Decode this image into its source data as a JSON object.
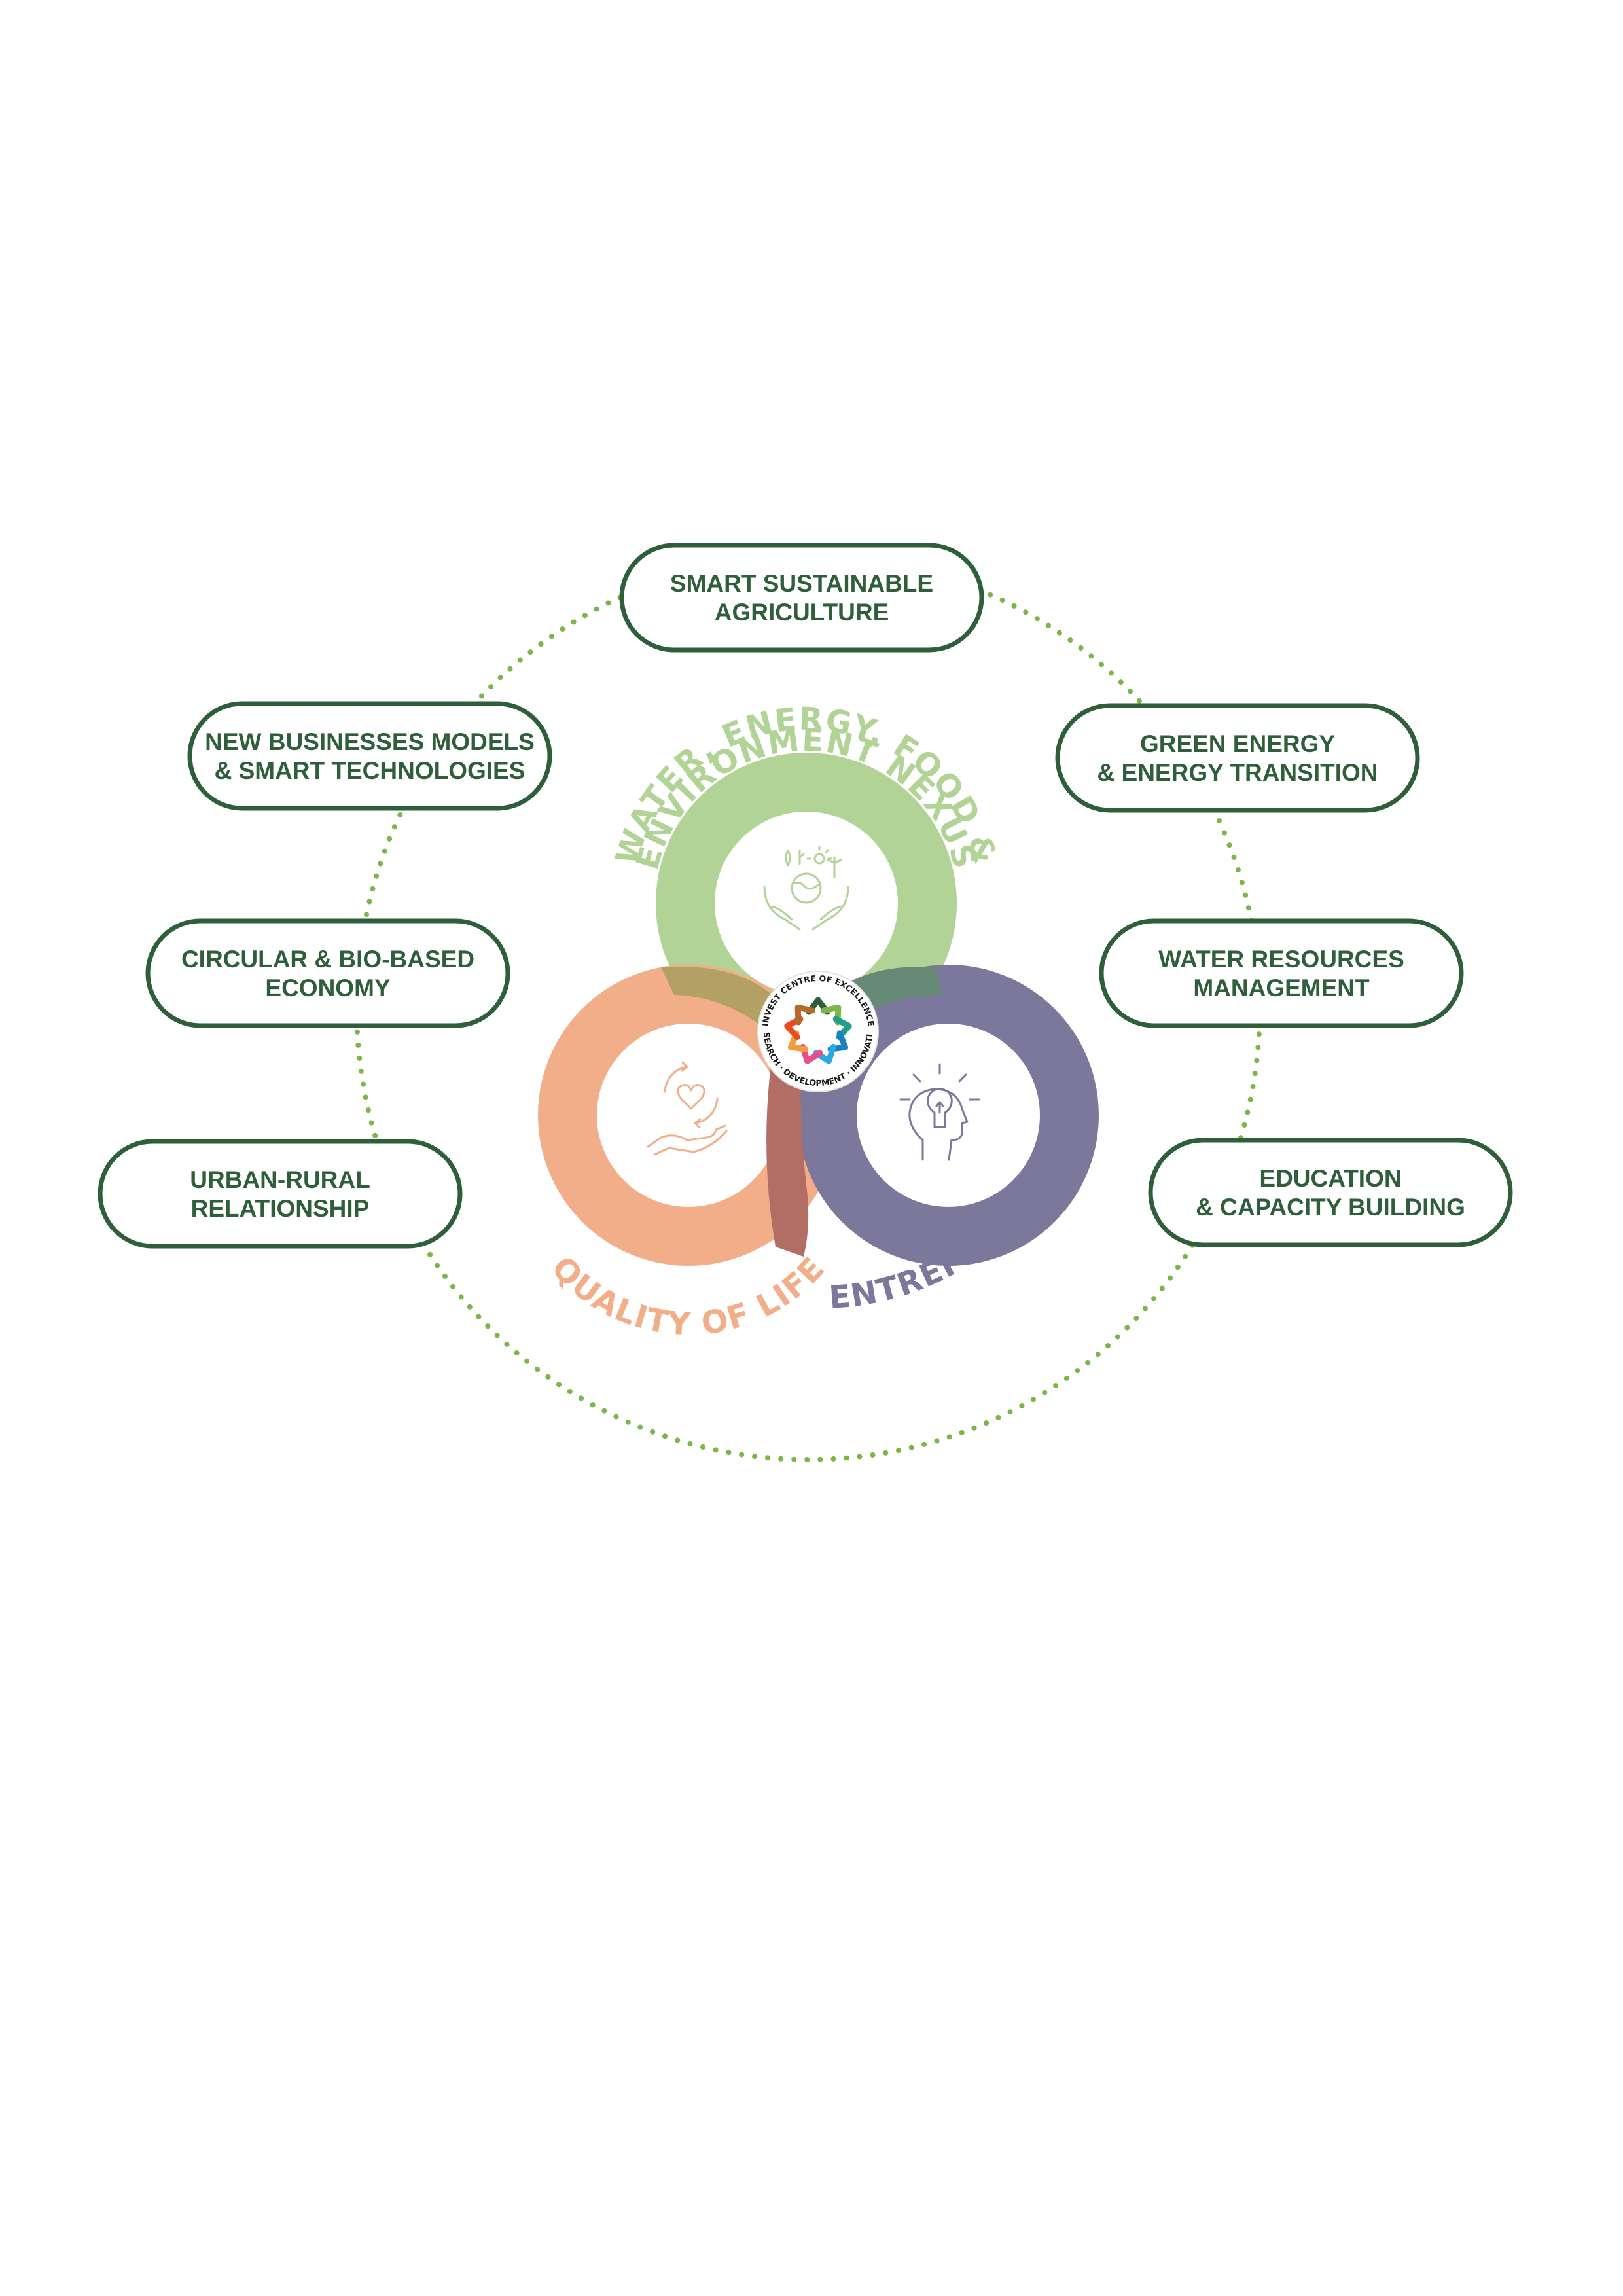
{
  "colors": {
    "dark_green": "#2e5e3a",
    "dotted_green": "#7ab648",
    "nexus_green": "#b2d396",
    "quality_orange": "#f2ae88",
    "entrepreneurship_purple": "#7b789b",
    "overlap_green_purple": "#678a76",
    "overlap_orange_green": "#b2a064",
    "overlap_orange_purple": "#b26e64"
  },
  "focus_areas": [
    {
      "id": "agriculture",
      "lines": [
        "SMART SUSTAINABLE",
        "AGRICULTURE"
      ]
    },
    {
      "id": "business",
      "lines": [
        "NEW BUSINESSES MODELS",
        "& SMART TECHNOLOGIES"
      ]
    },
    {
      "id": "green-energy",
      "lines": [
        "GREEN ENERGY",
        "& ENERGY TRANSITION"
      ]
    },
    {
      "id": "circular",
      "lines": [
        "CIRCULAR & BIO-BASED",
        "ECONOMY"
      ]
    },
    {
      "id": "water",
      "lines": [
        "WATER RESOURCES",
        "MANAGEMENT"
      ]
    },
    {
      "id": "urban-rural",
      "lines": [
        "URBAN-RURAL",
        "RELATIONSHIP"
      ]
    },
    {
      "id": "education",
      "lines": [
        "EDUCATION",
        "& CAPACITY BUILDING"
      ]
    }
  ],
  "pillars": {
    "nexus": {
      "line1": "WATER, ENERGY, FOOD &",
      "line2": "ENVIRONMENT NEXUS",
      "icon": "hands-earth-energy-icon"
    },
    "quality": {
      "label": "QUALITY OF LIFE",
      "icon": "hand-heart-cycle-icon"
    },
    "entrepreneurship": {
      "label": "ENTREPRENEURSHIP",
      "icon": "head-lightbulb-icon"
    }
  },
  "center_logo": {
    "top_text": "INVEST CENTRE OF EXCELLENCE",
    "bottom_text": "RESEARCH · DEVELOPMENT · INNOVATION",
    "chevron_colors": [
      "#2e5e3a",
      "#7ab648",
      "#1f9e8a",
      "#1b7fc4",
      "#29a9e0",
      "#e94f8a",
      "#f39c3c",
      "#e84e1b",
      "#b36b2c"
    ]
  }
}
